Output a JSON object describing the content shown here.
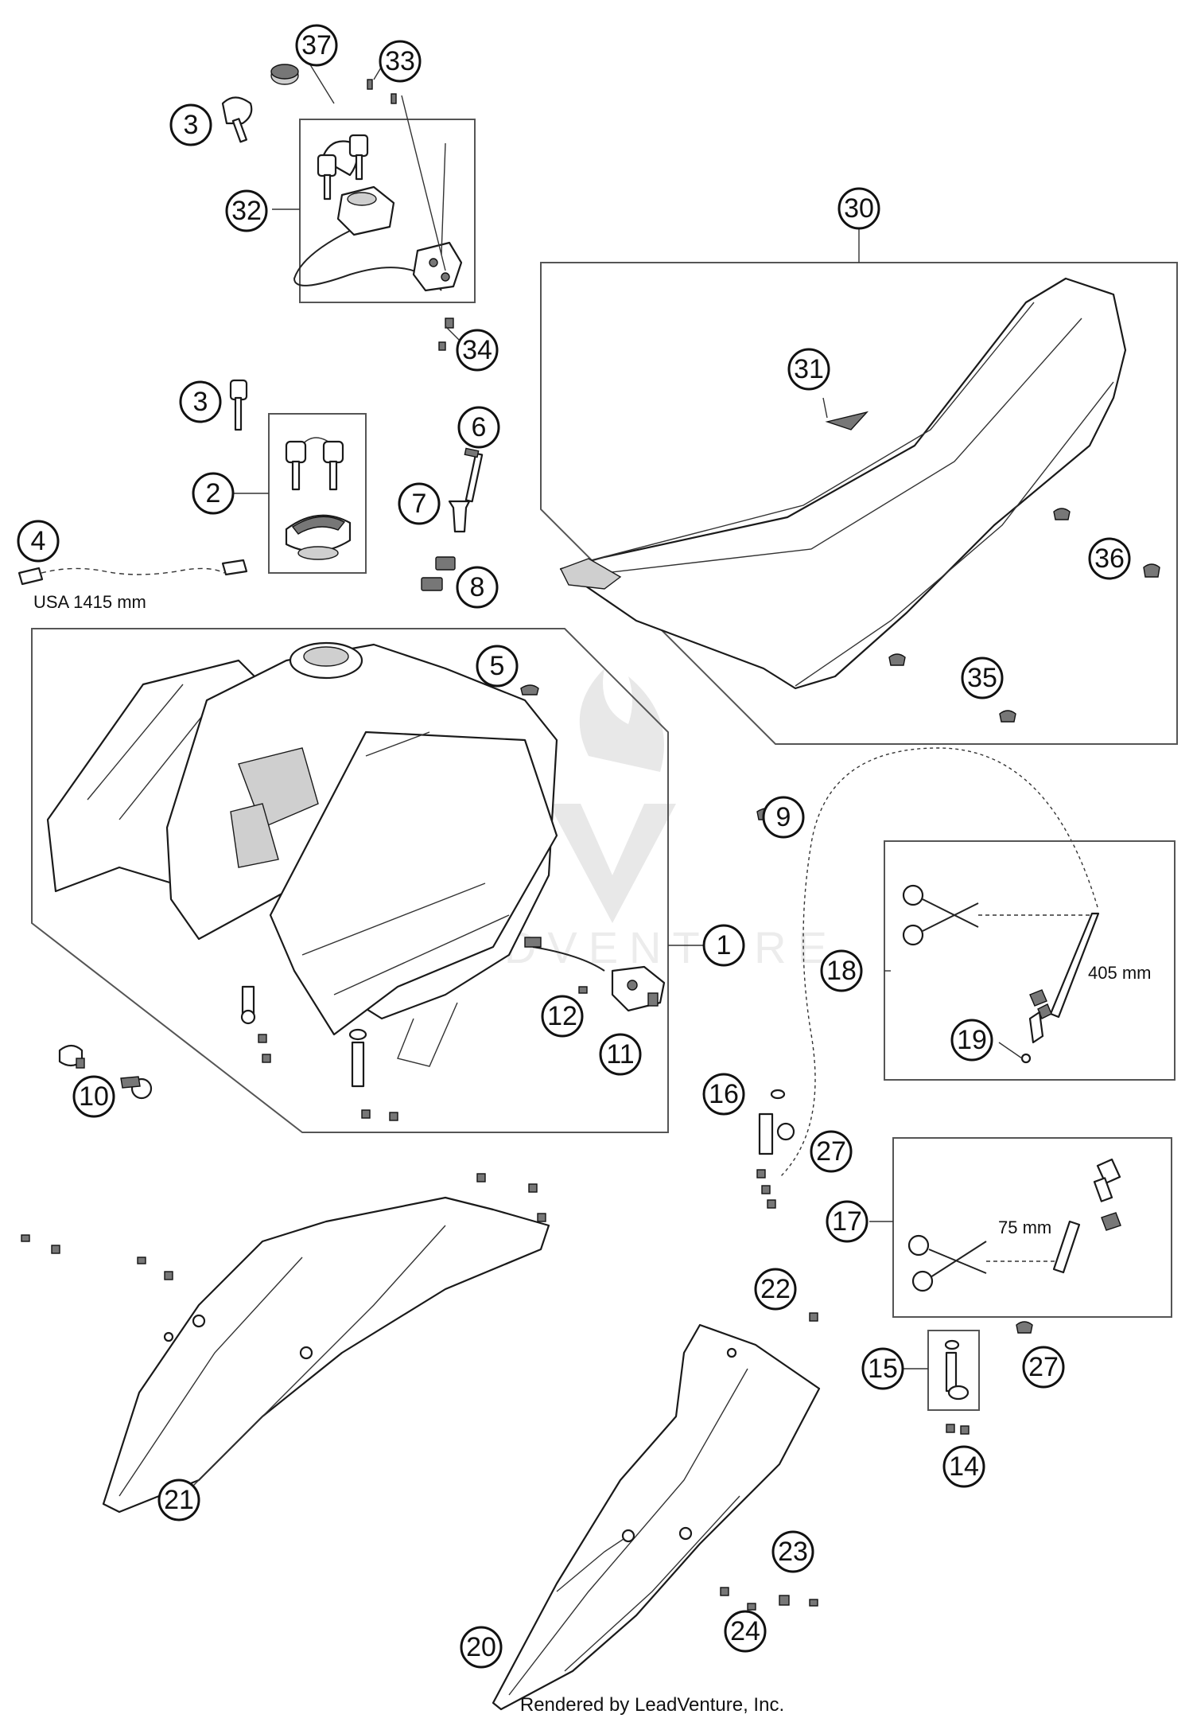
{
  "dimensions": {
    "hose_usa": "USA 1415 mm",
    "hose_cut_long": "405 mm",
    "hose_cut_short": "75 mm"
  },
  "watermark": {
    "text": "LEADVENTURE"
  },
  "footer": {
    "credit": "Rendered by LeadVenture, Inc."
  },
  "callouts": [
    "37",
    "33",
    "3",
    "32",
    "34",
    "3",
    "2",
    "6",
    "7",
    "8",
    "4",
    "30",
    "31",
    "36",
    "35",
    "5",
    "9",
    "1",
    "18",
    "19",
    "12",
    "11",
    "10",
    "16",
    "27",
    "17",
    "21",
    "22",
    "27",
    "15",
    "14",
    "23",
    "24",
    "20"
  ]
}
